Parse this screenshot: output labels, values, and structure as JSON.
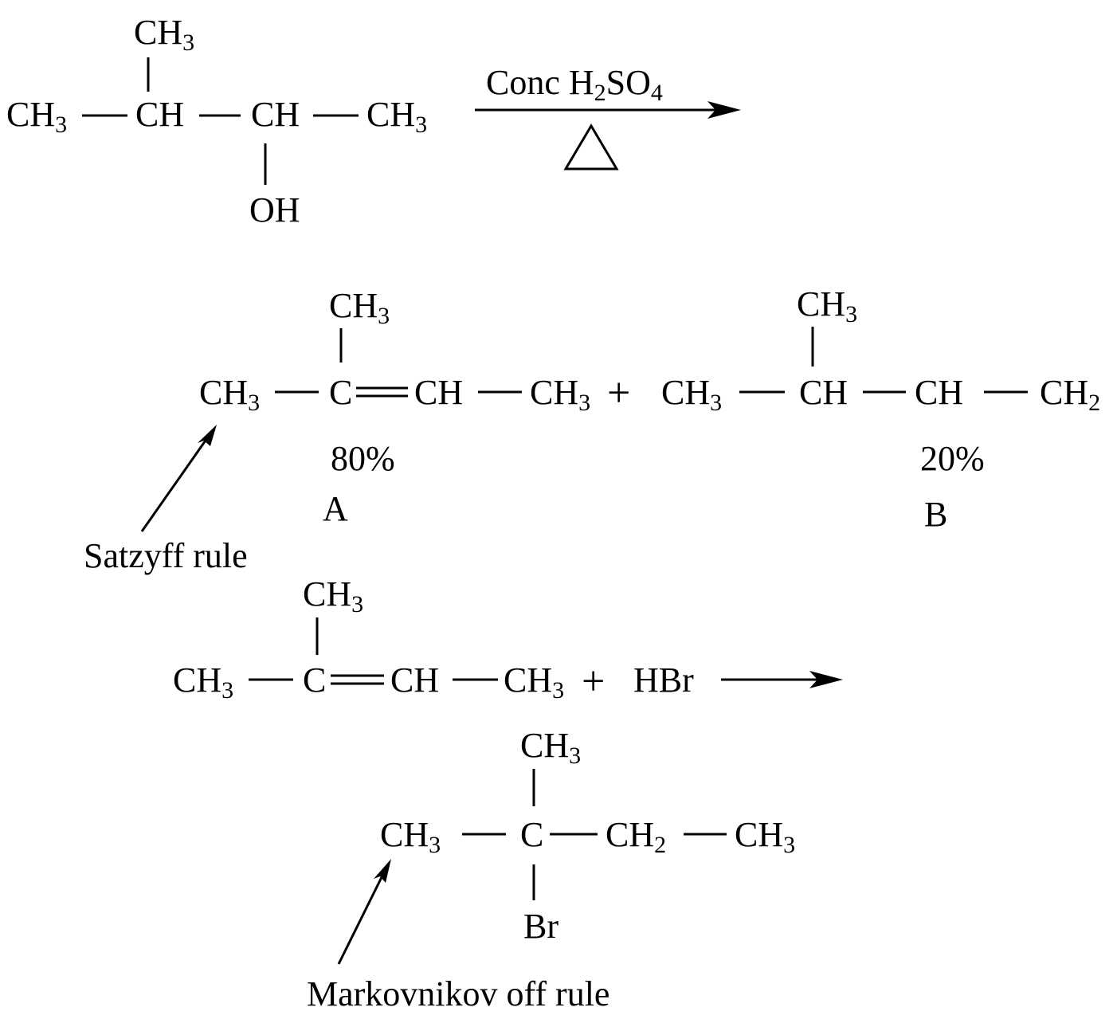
{
  "reaction1": {
    "reactant": {
      "top": {
        "t": "CH",
        "s": "3"
      },
      "c1": {
        "t": "CH",
        "s": "3"
      },
      "c2": {
        "t": "CH",
        "s": ""
      },
      "c3": {
        "t": "CH",
        "s": ""
      },
      "c4": {
        "t": "CH",
        "s": "3"
      },
      "oh": "OH"
    },
    "reagent": {
      "a": "Conc H",
      "b": "2",
      "c": "SO",
      "d": "4"
    },
    "heat_symbol": "triangle"
  },
  "products": {
    "A": {
      "top": {
        "t": "CH",
        "s": "3"
      },
      "c1": {
        "t": "CH",
        "s": "3"
      },
      "c2": "C",
      "c3": "CH",
      "c4": {
        "t": "CH",
        "s": "3"
      },
      "yield": "80%",
      "label": "A"
    },
    "plus": "+",
    "B": {
      "top": {
        "t": "CH",
        "s": "3"
      },
      "c1": {
        "t": "CH",
        "s": "3"
      },
      "c2": "CH",
      "c3": "CH",
      "c4": {
        "t": "CH",
        "s": "2"
      },
      "yield": "20%",
      "label": "B"
    },
    "annotation": "Satzyff rule"
  },
  "reaction2": {
    "reactant": {
      "top": {
        "t": "CH",
        "s": "3"
      },
      "c1": {
        "t": "CH",
        "s": "3"
      },
      "c2": "C",
      "c3": "CH",
      "c4": {
        "t": "CH",
        "s": "3"
      }
    },
    "plus": "+",
    "reagent": "HBr",
    "product": {
      "top": {
        "t": "CH",
        "s": "3"
      },
      "c1": {
        "t": "CH",
        "s": "3"
      },
      "c2": "C",
      "c3": {
        "t": "CH",
        "s": "2"
      },
      "c4": {
        "t": "CH",
        "s": "3"
      },
      "br": "Br"
    },
    "annotation": "Markovnikov off rule"
  }
}
